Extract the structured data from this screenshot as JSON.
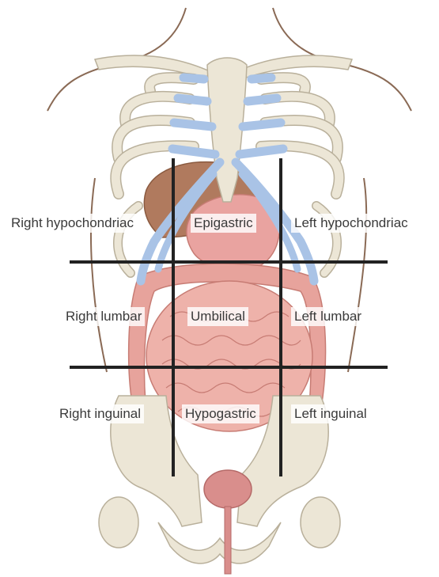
{
  "regions": {
    "right_hypochondriac": "Right hypochondriac",
    "epigastric": "Epigastric",
    "left_hypochondriac": "Left hypochondriac",
    "right_lumbar": "Right lumbar",
    "umbilical": "Umbilical",
    "left_lumbar": "Left lumbar",
    "right_inguinal": "Right inguinal",
    "hypogastric": "Hypogastric",
    "left_inguinal": "Left inguinal"
  },
  "colors": {
    "bone": "#ece6d6",
    "bone_outline": "#b9b09b",
    "cartilage": "#a9c3e6",
    "liver": "#b07a5e",
    "stomach": "#e9a3a0",
    "intestine": "#e7a39c",
    "intestine_outline": "#c77c74",
    "bladder": "#d98e8c",
    "grid_line": "#222222",
    "body_outline": "#8a6a55"
  }
}
